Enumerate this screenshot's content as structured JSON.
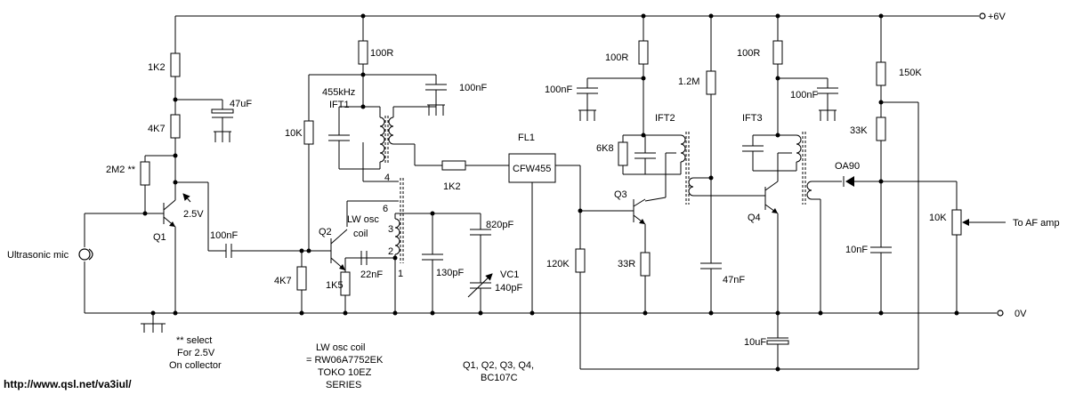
{
  "rails": {
    "supply": "+6V",
    "ground": "0V"
  },
  "labels": {
    "r_1k2_top": "1K2",
    "r_4k7_top": "4K7",
    "c_47uf": "47uF",
    "r_2m2": "2M2 **",
    "v_2v5": "2.5V",
    "q1": "Q1",
    "mic": "Ultrasonic mic",
    "c_100nf_in": "100nF",
    "r_10k_a": "10K",
    "r_100r_a": "100R",
    "ift1_freq": "455kHz",
    "ift1": "IFT1",
    "c_100nf_a": "100nF",
    "pin4": "4",
    "pin6": "6",
    "pin3": "3",
    "pin2": "2",
    "pin1": "1",
    "lw_coil_a": "LW osc",
    "lw_coil_b": "coil",
    "q2": "Q2",
    "r_4k7_bot": "4K7",
    "r_1k5": "1K5",
    "c_22nf": "22nF",
    "c_130pf": "130pF",
    "c_820pf": "820pF",
    "vc1": "VC1",
    "vc1_val": "140pF",
    "r_1k2_mid": "1K2",
    "fl1": "FL1",
    "cfw455": "CFW455",
    "r_100r_b": "100R",
    "c_100nf_b": "100nF",
    "ift2": "IFT2",
    "r_6k8": "6K8",
    "q3": "Q3",
    "r_120k": "120K",
    "r_33r": "33R",
    "r_1m2": "1.2M",
    "c_47nf": "47nF",
    "r_100r_c": "100R",
    "c_100nf_c": "100nF",
    "ift3": "IFT3",
    "q4": "Q4",
    "r_150k": "150K",
    "r_33k": "33K",
    "d_oa90": "OA90",
    "pot_10k": "10K",
    "to_af": "To AF amp",
    "c_10nf": "10nF",
    "c_10uf": "10uF",
    "note_select": "** select",
    "note_for": "For 2.5V",
    "note_collector": "On collector",
    "coil_note_1": "LW osc coil",
    "coil_note_2": "= RW06A7752EK",
    "coil_note_3": "TOKO 10EZ",
    "coil_note_4": "SERIES",
    "transistors_1": "Q1, Q2, Q3, Q4,",
    "transistors_2": "BC107C",
    "url": "http://www.qsl.net/va3iul/"
  }
}
